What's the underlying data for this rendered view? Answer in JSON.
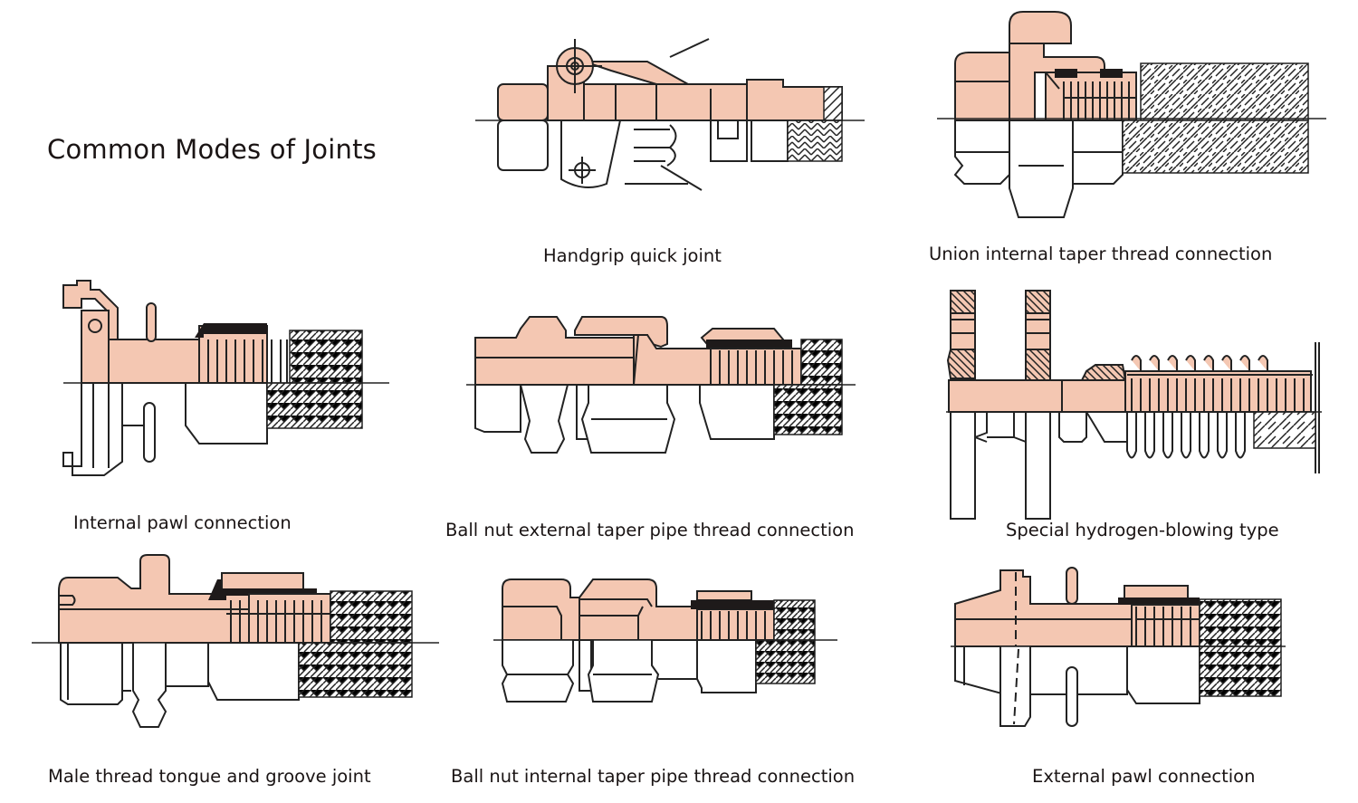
{
  "title": "Common Modes of Joints",
  "colors": {
    "copper_fill": "#f4c7b2",
    "outline": "#222222",
    "seal": "#1e1a1a",
    "background": "#ffffff",
    "text": "#1a1414"
  },
  "joints": [
    {
      "id": "handgrip-quick-joint",
      "caption": "Handgrip quick joint"
    },
    {
      "id": "union-internal-taper-thread",
      "caption": "Union internal taper thread connection"
    },
    {
      "id": "internal-pawl",
      "caption": "Internal pawl connection"
    },
    {
      "id": "ball-nut-external-taper",
      "caption": "Ball nut external taper pipe thread connection"
    },
    {
      "id": "special-hydrogen-blowing",
      "caption": "Special hydrogen-blowing type"
    },
    {
      "id": "male-thread-tongue-groove",
      "caption": "Male thread tongue and groove joint"
    },
    {
      "id": "ball-nut-internal-taper",
      "caption": "Ball nut internal taper pipe thread connection"
    },
    {
      "id": "external-pawl",
      "caption": "External pawl connection"
    }
  ]
}
